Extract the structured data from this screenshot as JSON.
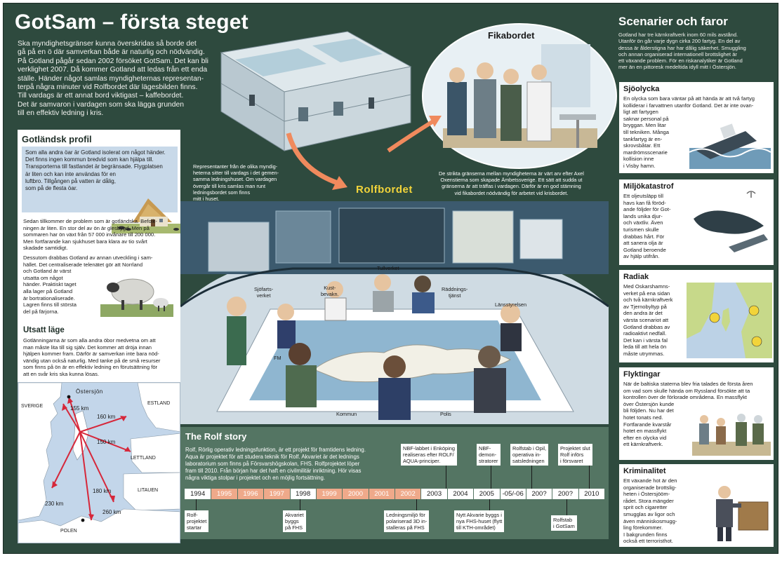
{
  "title": "GotSam – första steget",
  "intro_lines": [
    "Ska myndighetsgränser kunna överskridas så borde det",
    "gå på en ö där samverkan både är naturlig och nödvändig.",
    "På Gotland pågår sedan 2002 försöket GotSam. Det kan bli",
    "verklighet 2007. Då kommer Gotland att ledas  från ett enda",
    "ställe. Händer något samlas myndigheternas representan-",
    "terpå några minuter vid Rolfbordet där lägesbilden finns.",
    "Till vardags är ett annat bord viktigast  – kaffebordet.",
    "Det är samvaron i vardagen som ska lägga grunden",
    "till en effektiv ledning i kris."
  ],
  "profile": {
    "heading": "Gotländsk profil",
    "callout_lines": [
      "Som alla andra öar är Gotland isolerat om något händer.",
      "Det finns ingen kommun bredvid som kan hjälpa till.",
      "Transporterna till fastlandet är begränsade. Flygplatsen",
      "är liten och kan inte användas för en",
      "luftbro. Tillgången på vatten är dålig,",
      "som på de flesta öar."
    ],
    "para1_lines": [
      "Sedan tillkommer de problem som är gotländska. Befolk-",
      "ningen är liten. En stor del av ön är glesbygd. Men på",
      "sommaren har ön växt från 57 000 invånare till 200 000.",
      "Men fortfarande kan sjukhuset bara klara av tio svårt",
      "skadade samtidigt."
    ],
    "para2_lines": [
      "Dessutom drabbas Gotland av annan utveckling i sam-",
      "hället. Det centraliserade telenätet gör  att Norrland",
      "och Gotland är värst",
      "utsatta om något",
      "händer. Praktiskt taget",
      "alla lager på Gotland",
      "är bortrationaliserade.",
      "Lagren finns till största",
      "del på färjorna."
    ],
    "utsatt_heading": "Utsatt läge",
    "utsatt_lines": [
      "Gotlänningarna är som alla andra öbor medvetna om att",
      "man måste lita till sig själv. Det kommer att dröja innan",
      "hjälpen kommer fram. Därför är samverkan inte bara nöd-",
      "vändig utan också naturlig. Med tanke på de små resurser",
      "som finns på ön är en effektiv ledning en förutsättning för",
      "att en svår kris ska kunna lösas."
    ]
  },
  "map": {
    "sea_label": "Östersjön",
    "countries": [
      "SVERIGE",
      "ESTLAND",
      "LETTLAND",
      "LITAUEN",
      "POLEN"
    ],
    "distances": [
      "155 km",
      "160 km",
      "150 km",
      "180 km",
      "230 km",
      "260 km"
    ]
  },
  "fika_title": "Fikabordet",
  "rep_caption_lines": [
    "Representanter från de olika myndig-",
    "heterna sitter till vardags i det gemen-",
    "samma ledningshuset. Om vardagen",
    "övergår till kris samlas man runt",
    "ledningsbordet  som finns",
    "mitt i huset."
  ],
  "strict_caption_lines": [
    "De strikta gränserna mellan myndigheterna är värt arv efter Axel",
    "Oxenstierna som skapade Ämbetssverige. Ett sätt att sudda ut",
    "gränserna är att träffas i vardagen. Därför är en god stämning",
    "vid fikabordet nödvändig för arbetet vid krisbordet."
  ],
  "rolf_title": "Rolfbordet",
  "room_labels": {
    "sjofart": [
      "Sjöfarts-",
      "verket"
    ],
    "kust": [
      "Kust-",
      "bevakn."
    ],
    "tull": [
      "Tullverket"
    ],
    "radd": [
      "Räddnings-",
      "tjänst"
    ],
    "lans": [
      "Länsstyrelsen"
    ],
    "fm": [
      "FM"
    ],
    "kommun": [
      "Kommun"
    ],
    "polis": [
      "Polis"
    ]
  },
  "story": {
    "heading": "The Rolf story",
    "body_lines": [
      "Rolf, Rörlig operativ ledningsfunktion, är ett projekt för framtidens ledning.",
      "Aqua är projektet för att studera teknik för Rolf. Akvariet är det lednings",
      "laboratorium som finns på Försvarshögskolan, FHS. Rolfprojektet löper",
      "fram till 2010. Från början har det haft en civilmilitär inriktning. Hör visas",
      "några viktiga stolpar i projektet och en möjlig fortsättning."
    ],
    "timeline": [
      {
        "label": "1994",
        "active": true
      },
      {
        "label": "1995",
        "active": false
      },
      {
        "label": "1996",
        "active": false
      },
      {
        "label": "1997",
        "active": false
      },
      {
        "label": "1998",
        "active": true
      },
      {
        "label": "1999",
        "active": false
      },
      {
        "label": "2000",
        "active": false
      },
      {
        "label": "2001",
        "active": false
      },
      {
        "label": "2002",
        "active": false
      },
      {
        "label": "2003",
        "active": true
      },
      {
        "label": "2004",
        "active": true
      },
      {
        "label": "2005",
        "active": true
      },
      {
        "label": "-05/-06",
        "active": true
      },
      {
        "label": "200?",
        "active": true
      },
      {
        "label": "200?",
        "active": true
      },
      {
        "label": "2010",
        "active": true
      }
    ],
    "notes_top": [
      [
        "NBF-labbet i Enköping",
        "realiseras efter ROLF/",
        "AQUA-principer."
      ],
      [
        "NBF-",
        "demon-",
        "stratorer"
      ],
      [
        "Rolfstab i Opil,",
        "operativa in-",
        "satsledningen"
      ],
      [
        "Projektet slut",
        "Rolf införs",
        "i försvaret"
      ]
    ],
    "notes_bottom": [
      [
        "Rolf-",
        "projektet",
        "startar"
      ],
      [
        "Akvariet",
        "byggs",
        "på FHS"
      ],
      [
        "Ledningsmiljö för",
        "polariserad 3D in-",
        "stalleras på FHS"
      ],
      [
        "Nytt Akvarie byggs i",
        "nya FHS-huset (flytt",
        "till KTH-området)"
      ],
      [
        "Rolfstab",
        "i GotSam"
      ]
    ]
  },
  "scenarios": {
    "title": "Scenarier och faror",
    "intro_lines": [
      "Gotland har tre kärnkraftverk inom 60 mils avstånd.",
      "Utanför ön går varje dygn cirka 200 fartyg. En del av",
      "dessa är ålderstigna har har dålig säkerhet. Smuggling",
      "och annan organiserad internationell brottslighet är",
      "ett växande problem. För en riskanalytiker är Gotland",
      "mer än en pittoresk medeltida idyll mitt i Östersjön."
    ],
    "cards": [
      {
        "title": "Sjöolycka",
        "lines": [
          "En olycka som bara väntar på att hända är att två fartyg",
          "kolliderar i farvattnen utanför Gotland. Det är inte ovan-",
          "ligt att fartygen",
          "saknar personal på",
          "bryggan. Men litar",
          "till tekniken. Många",
          "tankfartyg är en-",
          "skrovsbåtar. Ett",
          "mardrömsscenarie",
          "kollision inne",
          "i Visby hamn."
        ]
      },
      {
        "title": "Miljökatastrof",
        "lines": [
          "Ett oljeutsläpp till",
          "havs kan få föröd-",
          "ande följder för Got-",
          "lands unika djur-",
          "och växtliv. Även",
          "turismen skulle",
          "drabbas hårt. För",
          "att sanera olja är",
          "Gotland beroende",
          "av hjälp utifrån."
        ]
      },
      {
        "title": "Radiak",
        "lines": [
          "Med Oskarshamns-",
          "verket på ena sidan",
          "och två kärnkraftverk",
          "av Tjernobyltyp på",
          "den andra är det",
          "värsta scenariot att",
          "Gotland drabbas av",
          "radioaktivt  nedfall.",
          "Det kan i värsta fal",
          "leda till att hela ön",
          "måste utrymmas."
        ]
      },
      {
        "title": "Flyktingar",
        "lines": [
          "När de baltiska staterna blev fria talades de första åren",
          "om vad som skulle hända om Ryssland försökte att ta",
          "kontrollen över de förlorade områdena. En massflykt",
          "över Östersjön kunde",
          "bli följden. Nu har det",
          "hotet  tonats ned.",
          "Fortfarande kvarstår",
          "hotet en massflykt",
          "efter en olycka vid",
          "ett kärnkraftverk."
        ]
      },
      {
        "title": "Kriminalitet",
        "lines": [
          "Ett växande hot är den",
          "organiserade brottslig-",
          "heten i  Östersjööm-",
          "rådet. Stora mängder",
          "sprit och cigaretter",
          "smugglas av ligor och",
          "även människosmugg-",
          "ling förekommer.",
          "I bakgrunden finns",
          "också ett terroristhot."
        ]
      }
    ]
  },
  "colors": {
    "background": "#2e4a3e",
    "story_panel": "#547563",
    "callout": "#c8d9e9",
    "accent_orange": "#f08a5d",
    "rolf_title": "#f2d43a",
    "timeline_active": "#ffffff",
    "timeline_inactive": "#efa98a"
  }
}
